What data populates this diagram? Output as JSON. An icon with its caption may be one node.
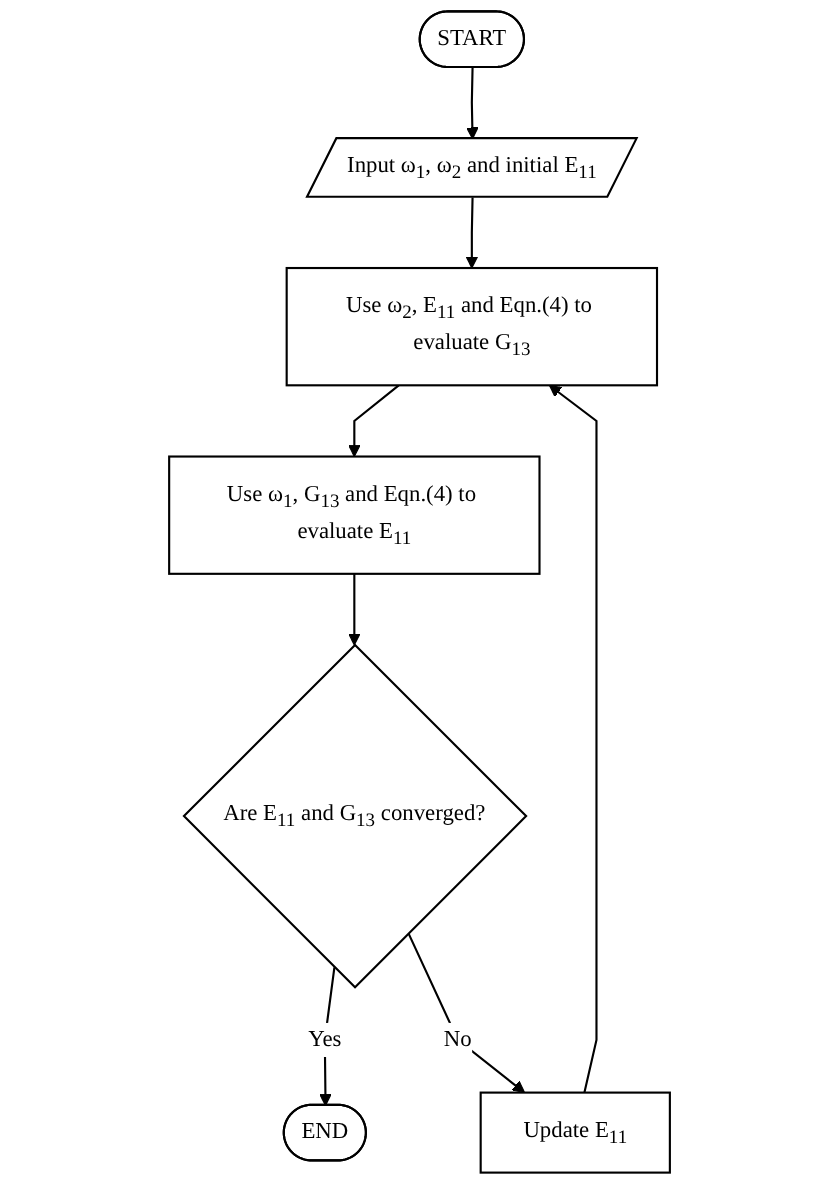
{
  "diagram": {
    "nodes": [
      {
        "text": [
          "START"
        ]
      },
      {
        "text": [
          "Input ω$_{1}$, ω$_{2}$ and initial E$_{11}$"
        ]
      },
      {
        "text": [
          "Use ω$_{2}$, E$_{11}$ and Eqn.(4) to evaluate G$_{13}$"
        ]
      },
      {
        "text": [
          "Use ω$_{1}$, G$_{13}$ and Eqn.(4) to evaluate E$_{11}$"
        ]
      },
      {
        "text": [
          "Are E$_{11}$ and G$_{13}$ converged?"
        ]
      },
      {
        "text": [
          "Update E$_{11}$"
        ]
      },
      {
        "text": [
          "END"
        ]
      }
    ],
    "edges": [
      {
        "from": 0,
        "to": 1,
        "arrow": "to"
      },
      {
        "from": 1,
        "to": 2,
        "arrow": "to"
      },
      {
        "from": 2,
        "to": 3,
        "arrow": "to"
      },
      {
        "from": 3,
        "to": 4,
        "arrow": "to"
      },
      {
        "from": 4,
        "to": 6,
        "arrow": "to",
        "label": "Yes"
      },
      {
        "from": 4,
        "to": 5,
        "arrow": "to",
        "label": "No"
      },
      {
        "from": 5,
        "to": 2,
        "arrow": "to"
      }
    ]
  }
}
